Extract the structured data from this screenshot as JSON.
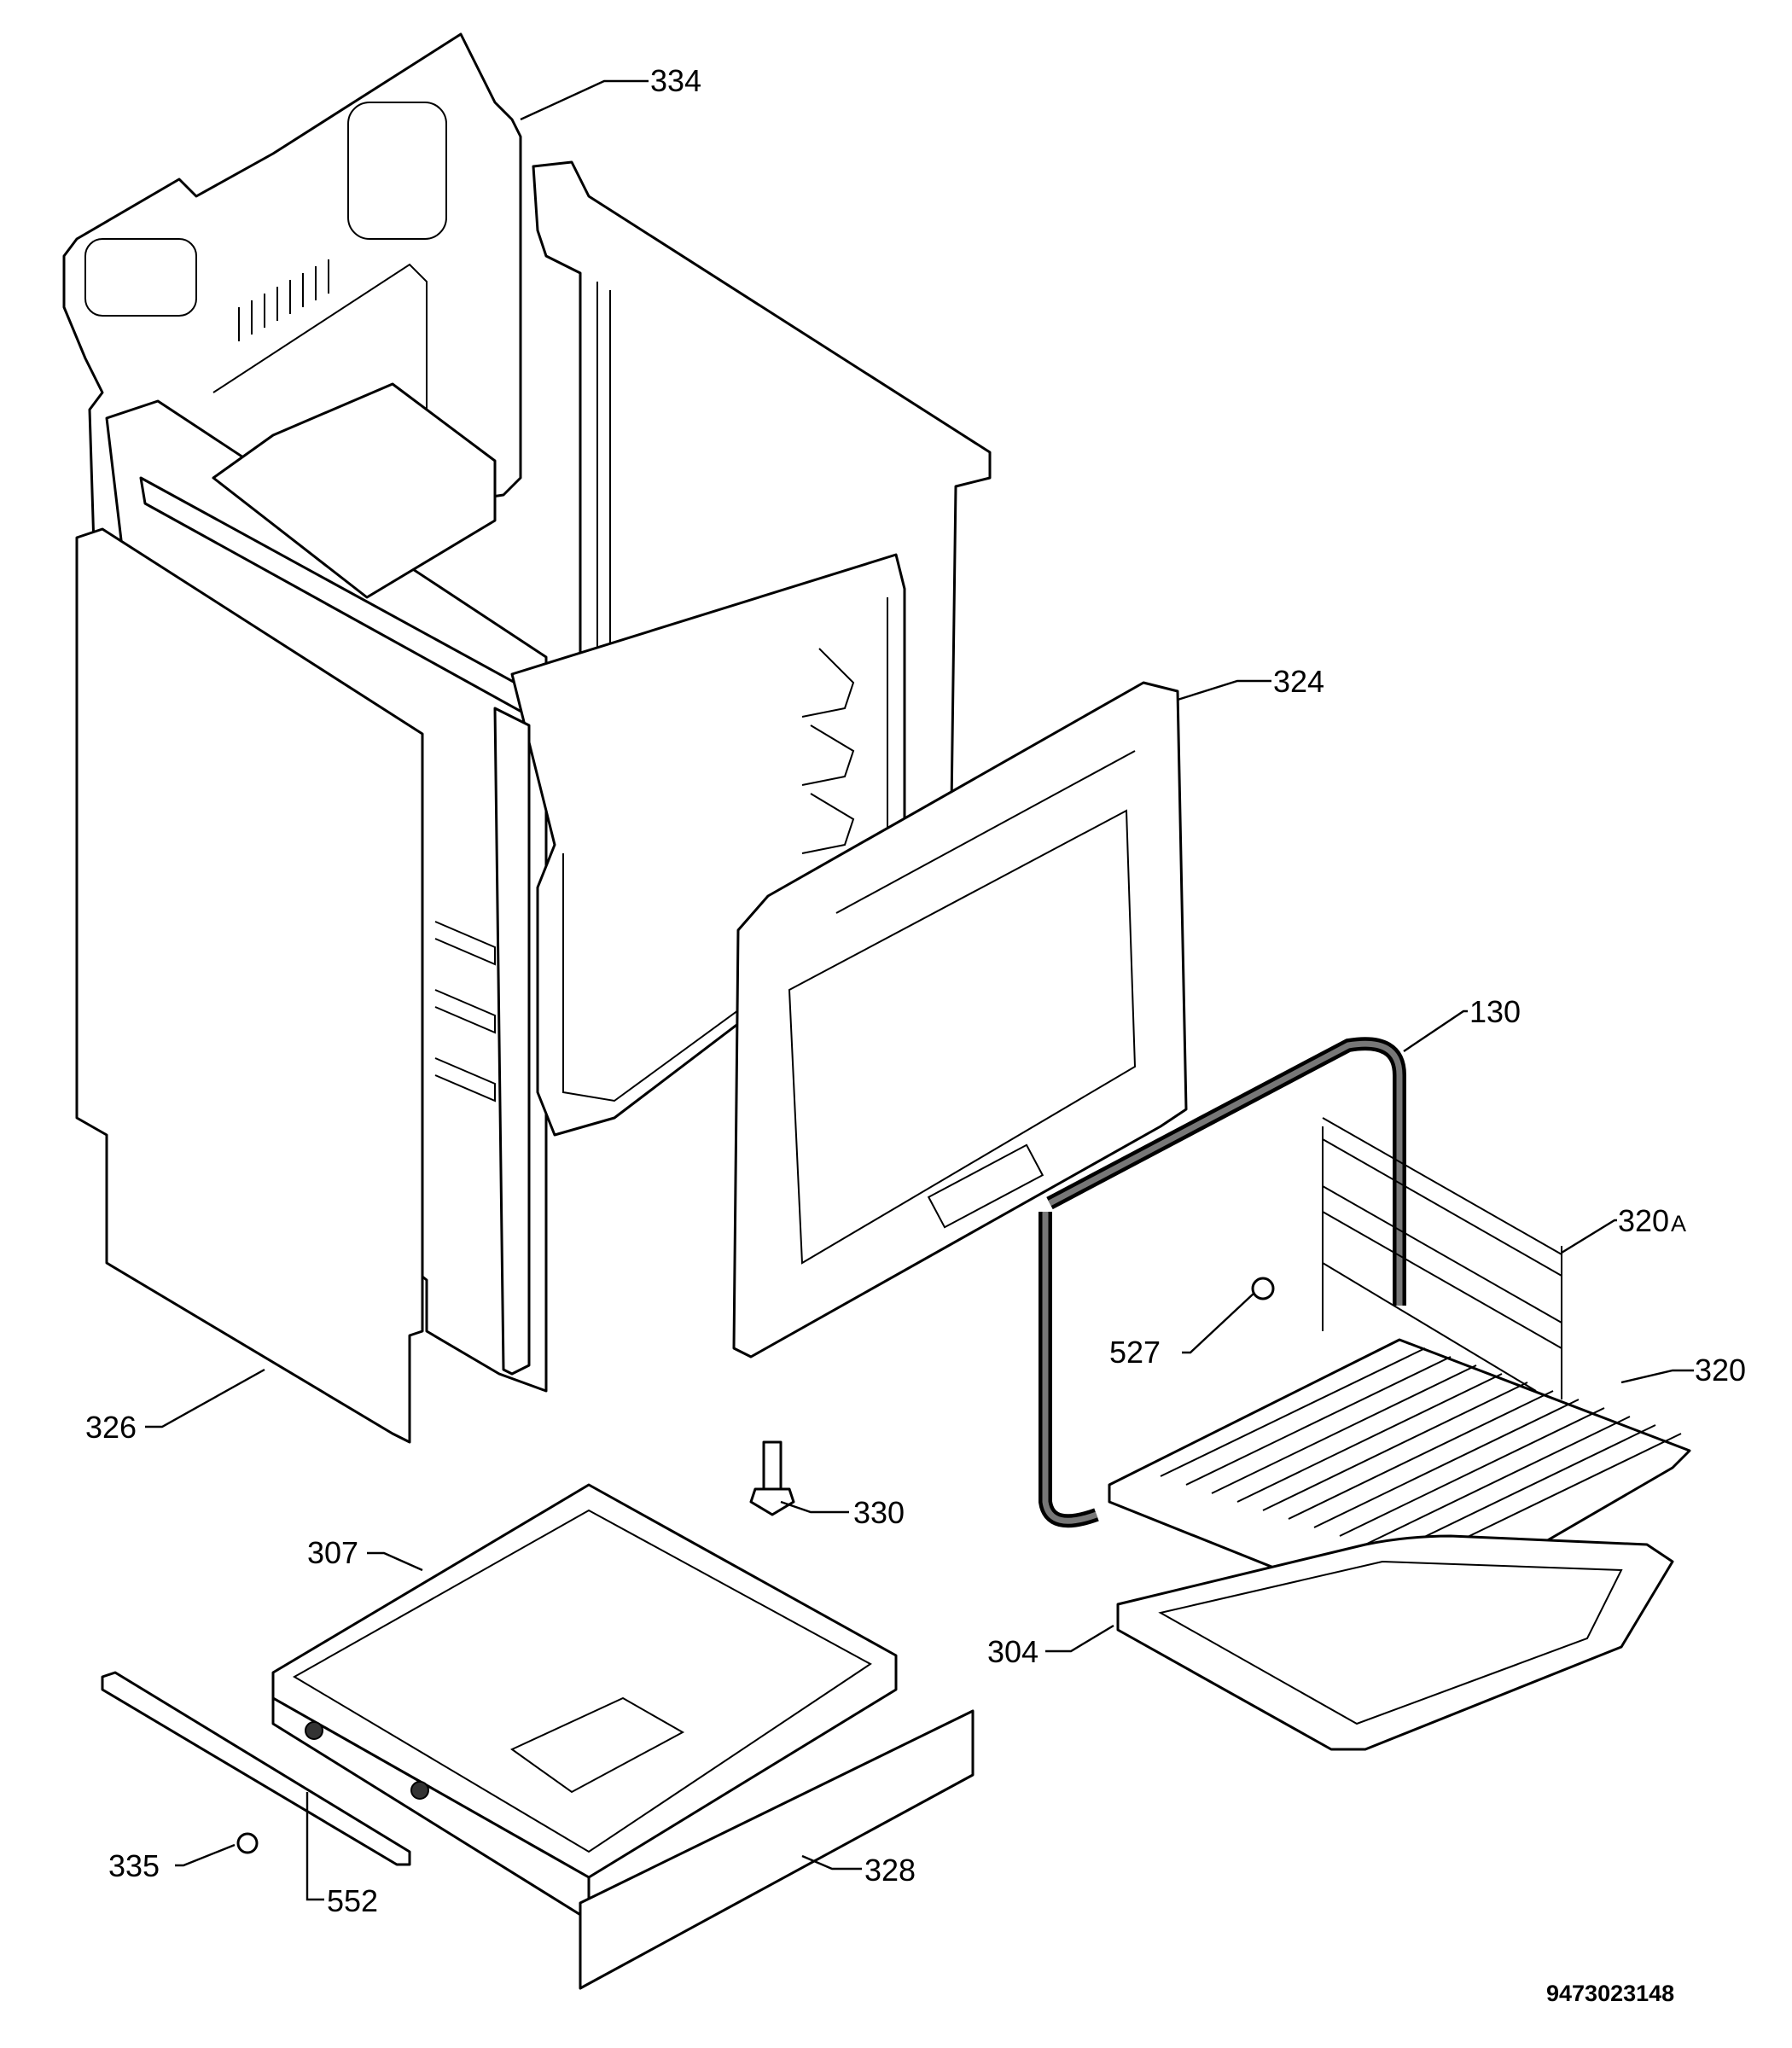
{
  "diagram": {
    "callouts": [
      "334",
      "324",
      "130",
      "320",
      "A",
      "320",
      "527",
      "326",
      "330",
      "307",
      "304",
      "335",
      "552",
      "328"
    ],
    "document_number": "9473023148"
  }
}
